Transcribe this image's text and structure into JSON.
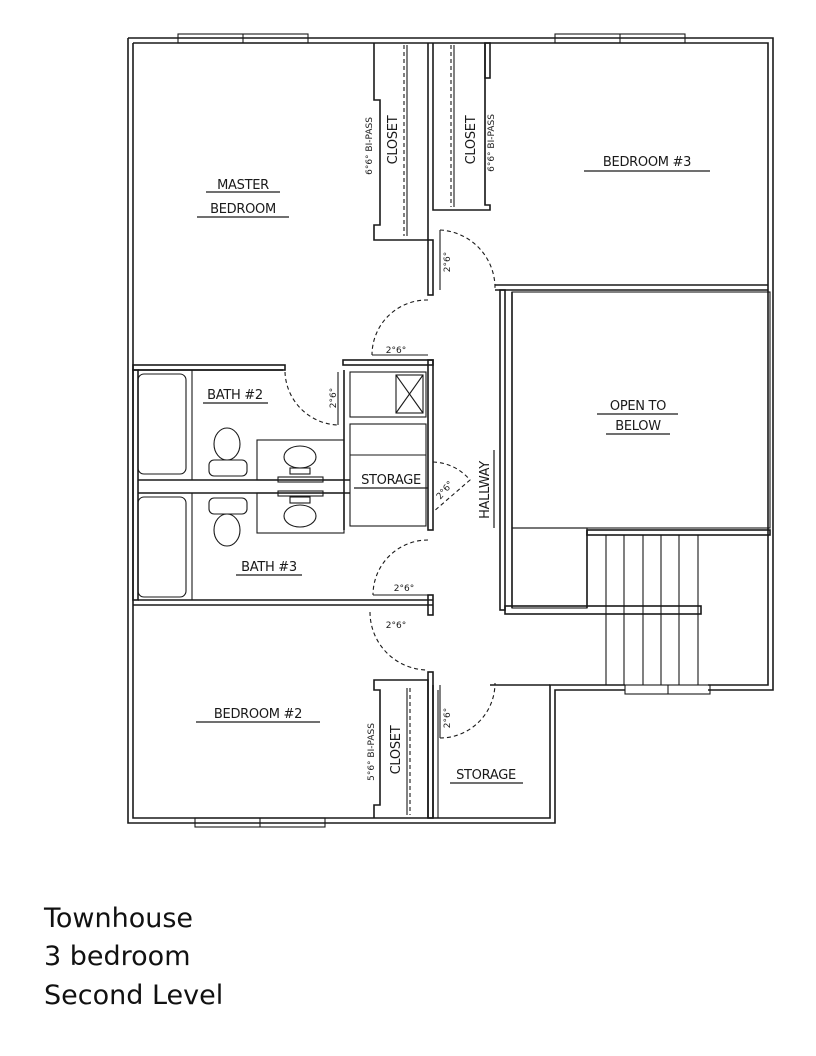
{
  "rooms": {
    "master_bedroom": {
      "line1": "MASTER",
      "line2": "BEDROOM"
    },
    "bedroom_3": "BEDROOM #3",
    "bedroom_2": "BEDROOM #2",
    "bath_2": "BATH #2",
    "bath_3": "BATH #3",
    "storage_center": "STORAGE",
    "storage_lower": "STORAGE",
    "hallway": "HALLWAY",
    "open_to_below": {
      "line1": "OPEN TO",
      "line2": "BELOW"
    },
    "closet_master": "CLOSET",
    "closet_bed3": "CLOSET",
    "closet_bed2": "CLOSET"
  },
  "dimensions": {
    "master_closet_door": "6°6° BI-PASS",
    "bed3_closet_door": "6°6° BI-PASS",
    "bed2_closet_door": "5°6° BI-PASS",
    "bed3_door": "2°6°",
    "master_door": "2°6°",
    "bath2_door": "2°6°",
    "storage_door": "2°6°",
    "bath3_door": "2°6°",
    "bed2_door": "2°6°",
    "lower_storage_door": "2°6°"
  },
  "colors": {
    "pattern_dot": "#9a9a9a",
    "line": "#1a1a1a"
  },
  "caption": {
    "line1": "Townhouse",
    "line2": "3 bedroom",
    "line3": "Second Level"
  }
}
